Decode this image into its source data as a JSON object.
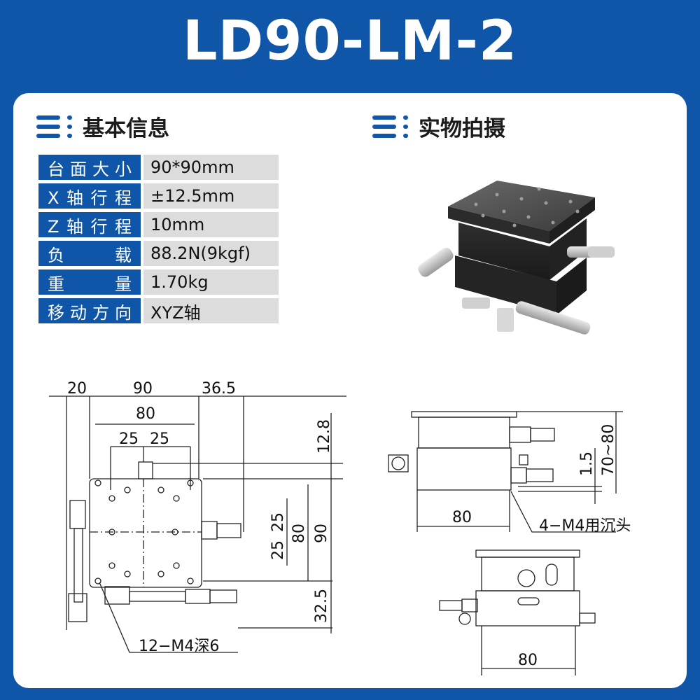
{
  "title": "LD90-LM-2",
  "sections": {
    "basic_info": "基本信息",
    "photo": "实物拍摄"
  },
  "icons": {
    "section_icon": "list-icon",
    "accent": "#0f56a8"
  },
  "specs": [
    {
      "key": "台面大小",
      "value": "90*90mm"
    },
    {
      "key": "X轴行程",
      "value": "±12.5mm"
    },
    {
      "key": "Z轴行程",
      "value": "10mm"
    },
    {
      "key": "负　载",
      "value": "88.2N(9kgf)"
    },
    {
      "key": "重　量",
      "value": "1.70kg"
    },
    {
      "key": "移动方向",
      "value": "XYZ轴"
    }
  ],
  "drawing": {
    "top_dims": {
      "d1": "20",
      "d2": "90",
      "d3": "36.5",
      "d4": "80",
      "d5": "25",
      "d6": "25"
    },
    "right_dims": {
      "r1": "12.8",
      "r2": "25",
      "r3": "25",
      "r4": "80",
      "r5": "90",
      "r6": "32.5"
    },
    "hole_note": "12−M4深6",
    "side_dims": {
      "s1": "1.5",
      "s2": "70~80",
      "s3": "80",
      "s4": "80"
    },
    "countersink_note": "4−M4用沉头"
  }
}
